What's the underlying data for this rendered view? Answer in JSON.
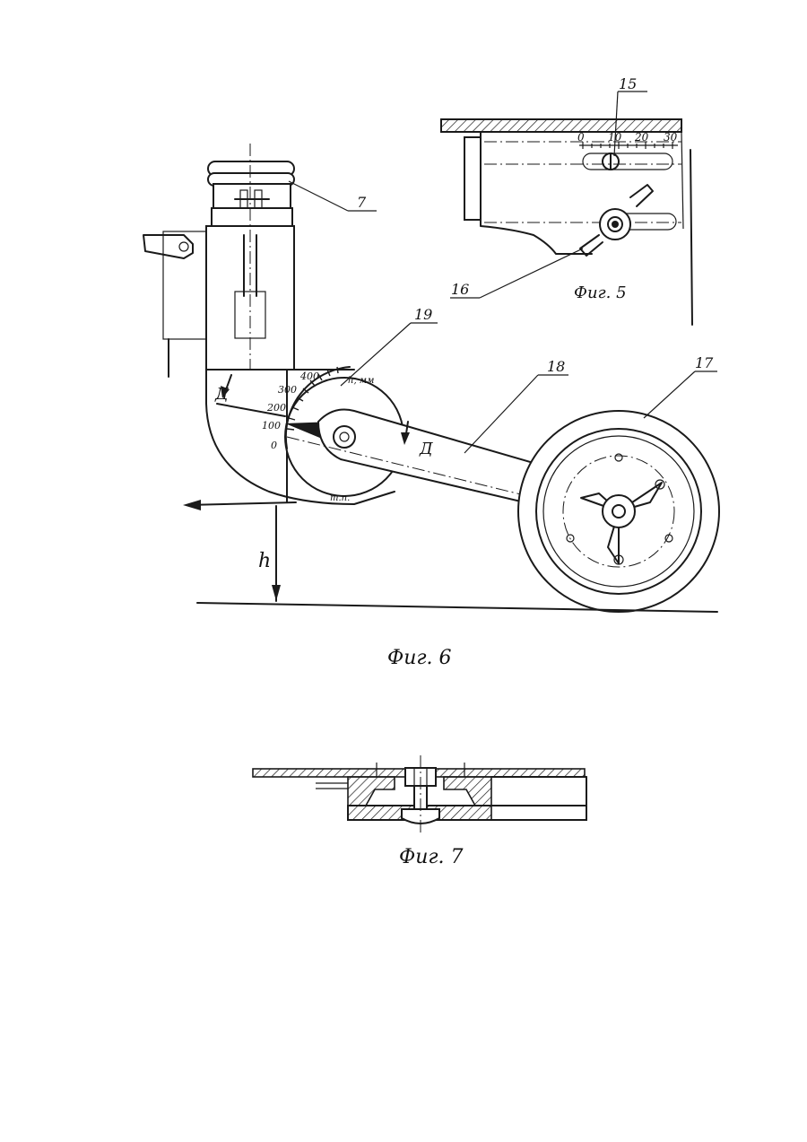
{
  "figures": {
    "fig5": {
      "caption": "Фиг. 5",
      "scale_ticks": [
        "0",
        "10",
        "20",
        "30"
      ],
      "labels": [
        "15",
        "16"
      ]
    },
    "fig6": {
      "caption": "Фиг. 6",
      "dial_ticks": [
        "0",
        "100",
        "200",
        "300",
        "400"
      ],
      "labels": [
        "7",
        "17",
        "18",
        "19"
      ],
      "letters": [
        "Д",
        "Д"
      ],
      "tick_notes": [
        "h, мм",
        "т.п."
      ],
      "dimension": "h"
    },
    "fig7": {
      "caption": "Фиг. 7"
    }
  }
}
